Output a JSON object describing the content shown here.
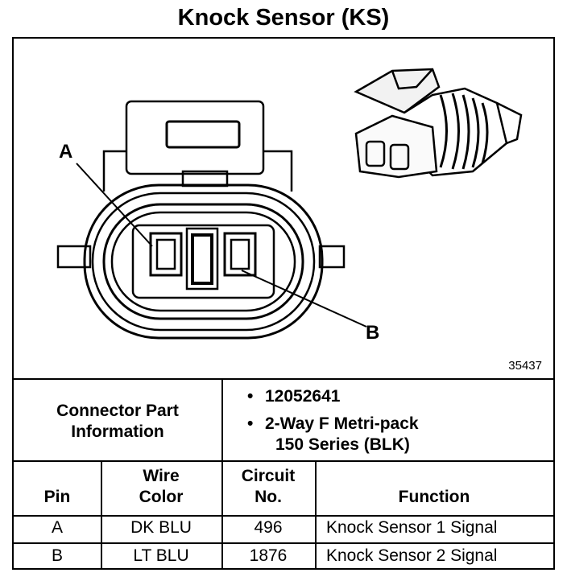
{
  "title": "Knock Sensor (KS)",
  "figure_number": "35437",
  "pin_labels": {
    "a": "A",
    "b": "B"
  },
  "connector": {
    "heading_line1": "Connector Part",
    "heading_line2": "Information",
    "items": [
      {
        "bullet": "•",
        "text": "12052641"
      },
      {
        "bullet": "•",
        "text": "2-Way F Metri-pack"
      }
    ],
    "item2_continuation": "150 Series (BLK)"
  },
  "table": {
    "headers": {
      "pin": "Pin",
      "wire_color_line1": "Wire",
      "wire_color_line2": "Color",
      "circuit_line1": "Circuit",
      "circuit_line2": "No.",
      "function": "Function"
    },
    "rows": [
      {
        "pin": "A",
        "wire_color": "DK BLU",
        "circuit": "496",
        "function": "Knock Sensor 1 Signal"
      },
      {
        "pin": "B",
        "wire_color": "LT BLU",
        "circuit": "1876",
        "function": "Knock Sensor 2 Signal"
      }
    ]
  }
}
